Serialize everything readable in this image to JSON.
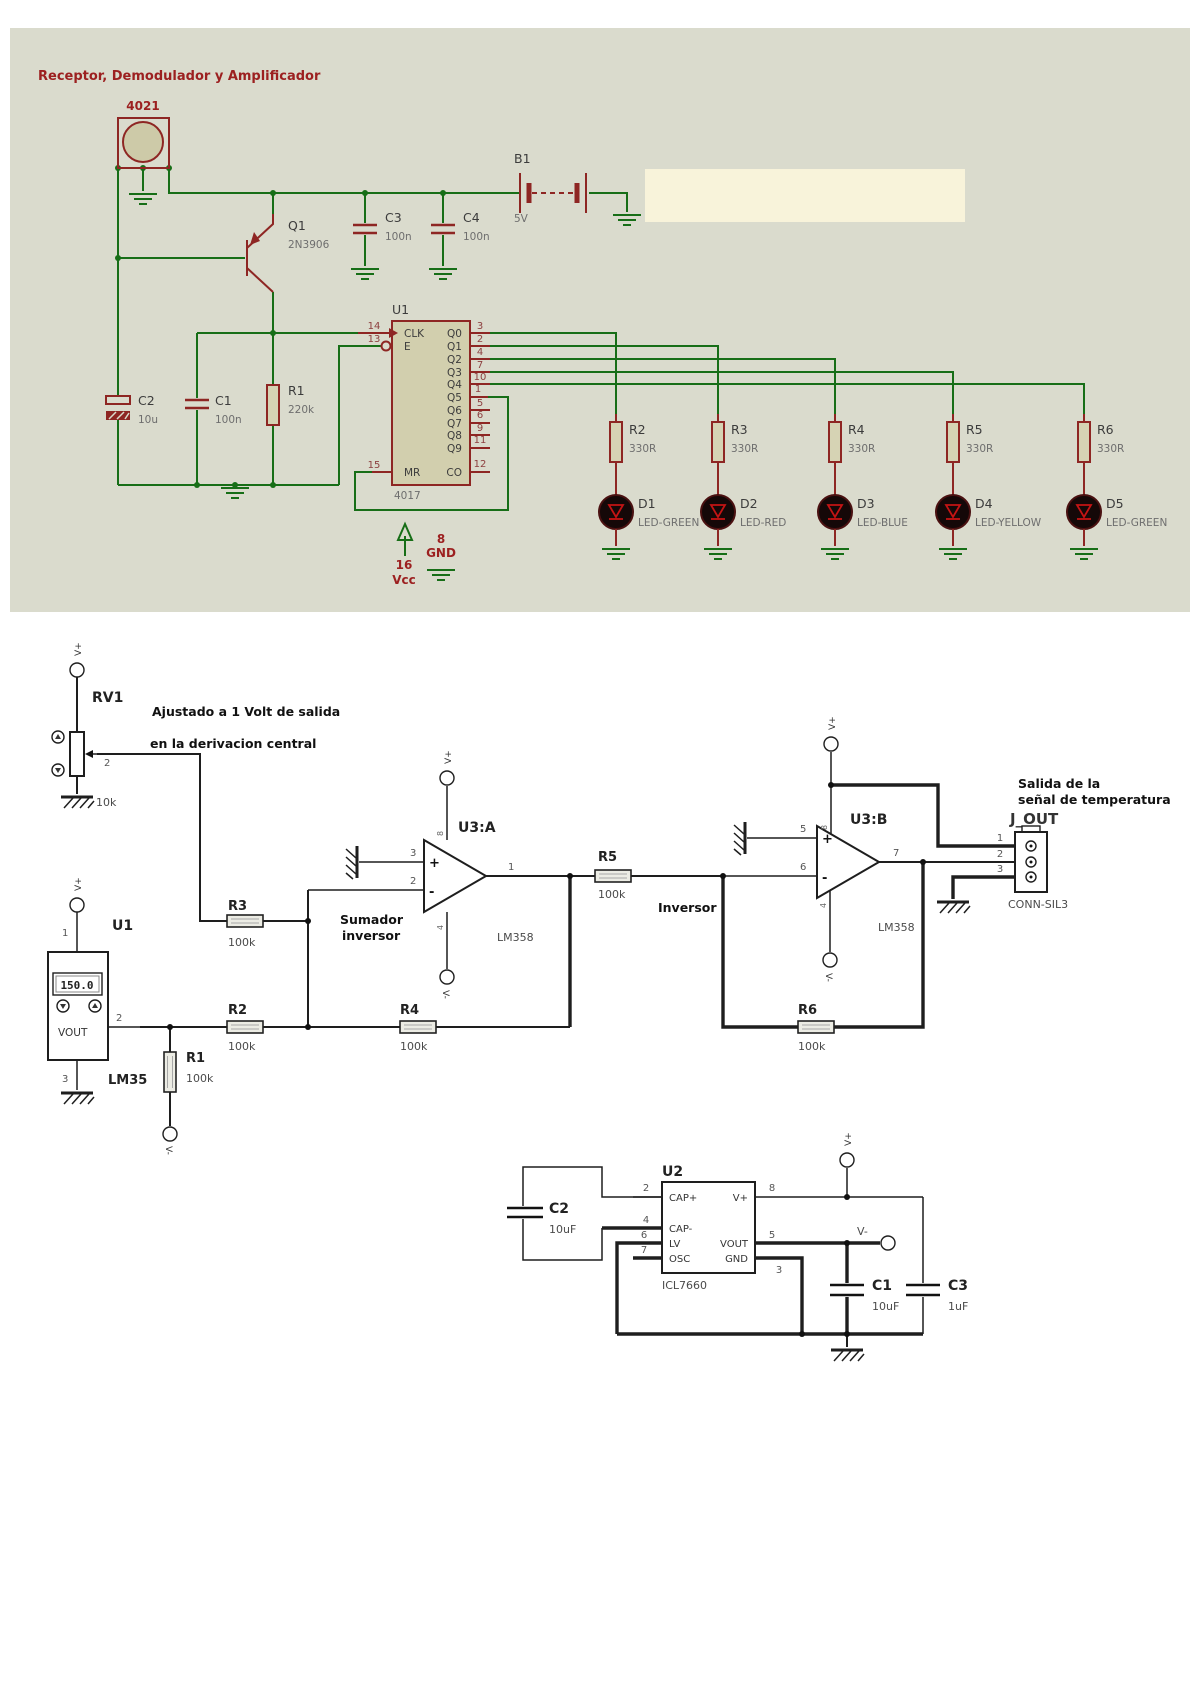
{
  "colors": {
    "panel_bg": "#dadbcd",
    "wire_green": "#176e17",
    "component_red": "#8e2623",
    "blank_area": "#f8f3da",
    "dark_red_label": "#9c2020"
  },
  "top": {
    "title": "Receptor, Demodulador y Amplificador",
    "receiver": {
      "ref": "4021"
    },
    "q1": {
      "ref": "Q1",
      "value": "2N3906"
    },
    "b1": {
      "ref": "B1",
      "value": "5V"
    },
    "c1": {
      "ref": "C1",
      "value": "100n"
    },
    "c2": {
      "ref": "C2",
      "value": "10u"
    },
    "c3": {
      "ref": "C3",
      "value": "100n"
    },
    "c4": {
      "ref": "C4",
      "value": "100n"
    },
    "r1": {
      "ref": "R1",
      "value": "220k"
    },
    "u1": {
      "ref": "U1",
      "part": "4017",
      "left_pins": [
        {
          "num": "14",
          "name": "CLK"
        },
        {
          "num": "13",
          "name": "E"
        },
        {
          "num": "15",
          "name": "MR"
        }
      ],
      "right_pins": [
        {
          "num": "3",
          "name": "Q0"
        },
        {
          "num": "2",
          "name": "Q1"
        },
        {
          "num": "4",
          "name": "Q2"
        },
        {
          "num": "7",
          "name": "Q3"
        },
        {
          "num": "10",
          "name": "Q4"
        },
        {
          "num": "1",
          "name": "Q5"
        },
        {
          "num": "5",
          "name": "Q6"
        },
        {
          "num": "6",
          "name": "Q7"
        },
        {
          "num": "9",
          "name": "Q8"
        },
        {
          "num": "11",
          "name": "Q9"
        },
        {
          "num": "12",
          "name": "CO"
        }
      ]
    },
    "power": {
      "vcc_pin": "16",
      "vcc": "Vcc",
      "gnd_pin": "8",
      "gnd": "GND"
    },
    "branches": [
      {
        "r_ref": "R2",
        "r_val": "330R",
        "d_ref": "D1",
        "d_val": "LED-GREEN"
      },
      {
        "r_ref": "R3",
        "r_val": "330R",
        "d_ref": "D2",
        "d_val": "LED-RED"
      },
      {
        "r_ref": "R4",
        "r_val": "330R",
        "d_ref": "D3",
        "d_val": "LED-BLUE"
      },
      {
        "r_ref": "R5",
        "r_val": "330R",
        "d_ref": "D4",
        "d_val": "LED-YELLOW"
      },
      {
        "r_ref": "R6",
        "r_val": "330R",
        "d_ref": "D5",
        "d_val": "LED-GREEN"
      }
    ]
  },
  "bottom": {
    "ann": {
      "adjust1": "Ajustado a 1 Volt de salida",
      "adjust2": "en la derivacion central",
      "sum1": "Sumador",
      "sum2": "inversor",
      "inv": "Inversor",
      "out1": "Salida de la",
      "out2": "señal de temperatura"
    },
    "rv1": {
      "ref": "RV1",
      "value": "10k",
      "wiper": "2"
    },
    "lm35": {
      "ref": "U1",
      "part": "LM35",
      "display": "150.0",
      "vout": "VOUT",
      "pin_vs": "1",
      "pin_vout": "2",
      "pin_gnd": "3"
    },
    "r1": {
      "ref": "R1",
      "value": "100k"
    },
    "r2": {
      "ref": "R2",
      "value": "100k"
    },
    "r3": {
      "ref": "R3",
      "value": "100k"
    },
    "r4": {
      "ref": "R4",
      "value": "100k"
    },
    "r5": {
      "ref": "R5",
      "value": "100k"
    },
    "r6": {
      "ref": "R6",
      "value": "100k"
    },
    "u3a": {
      "ref": "U3:A",
      "part": "LM358",
      "plus": "+",
      "minus": "-",
      "pin_plus": "3",
      "pin_minus": "2",
      "pin_out": "1",
      "pin_vp": "8",
      "pin_vm": "4"
    },
    "u3b": {
      "ref": "U3:B",
      "part": "LM358",
      "plus": "+",
      "minus": "-",
      "pin_plus": "5",
      "pin_minus": "6",
      "pin_out": "7",
      "pin_vp": "8",
      "pin_vm": "4"
    },
    "jout": {
      "ref": "J_OUT",
      "part": "CONN-SIL3",
      "pin1": "1",
      "pin2": "2",
      "pin3": "3"
    },
    "u2": {
      "ref": "U2",
      "part": "ICL7660",
      "left_pins": [
        {
          "num": "2",
          "name": "CAP+"
        },
        {
          "num": "4",
          "name": "CAP-"
        },
        {
          "num": "6",
          "name": "LV"
        },
        {
          "num": "7",
          "name": "OSC"
        }
      ],
      "right_pins": [
        {
          "num": "8",
          "name": "V+"
        },
        {
          "num": "5",
          "name": "VOUT"
        },
        {
          "num": "3",
          "name": "GND"
        }
      ]
    },
    "c1": {
      "ref": "C1",
      "value": "10uF"
    },
    "c2": {
      "ref": "C2",
      "value": "10uF"
    },
    "c3": {
      "ref": "C3",
      "value": "1uF"
    },
    "vplus": "V+",
    "vminus": "V-"
  }
}
